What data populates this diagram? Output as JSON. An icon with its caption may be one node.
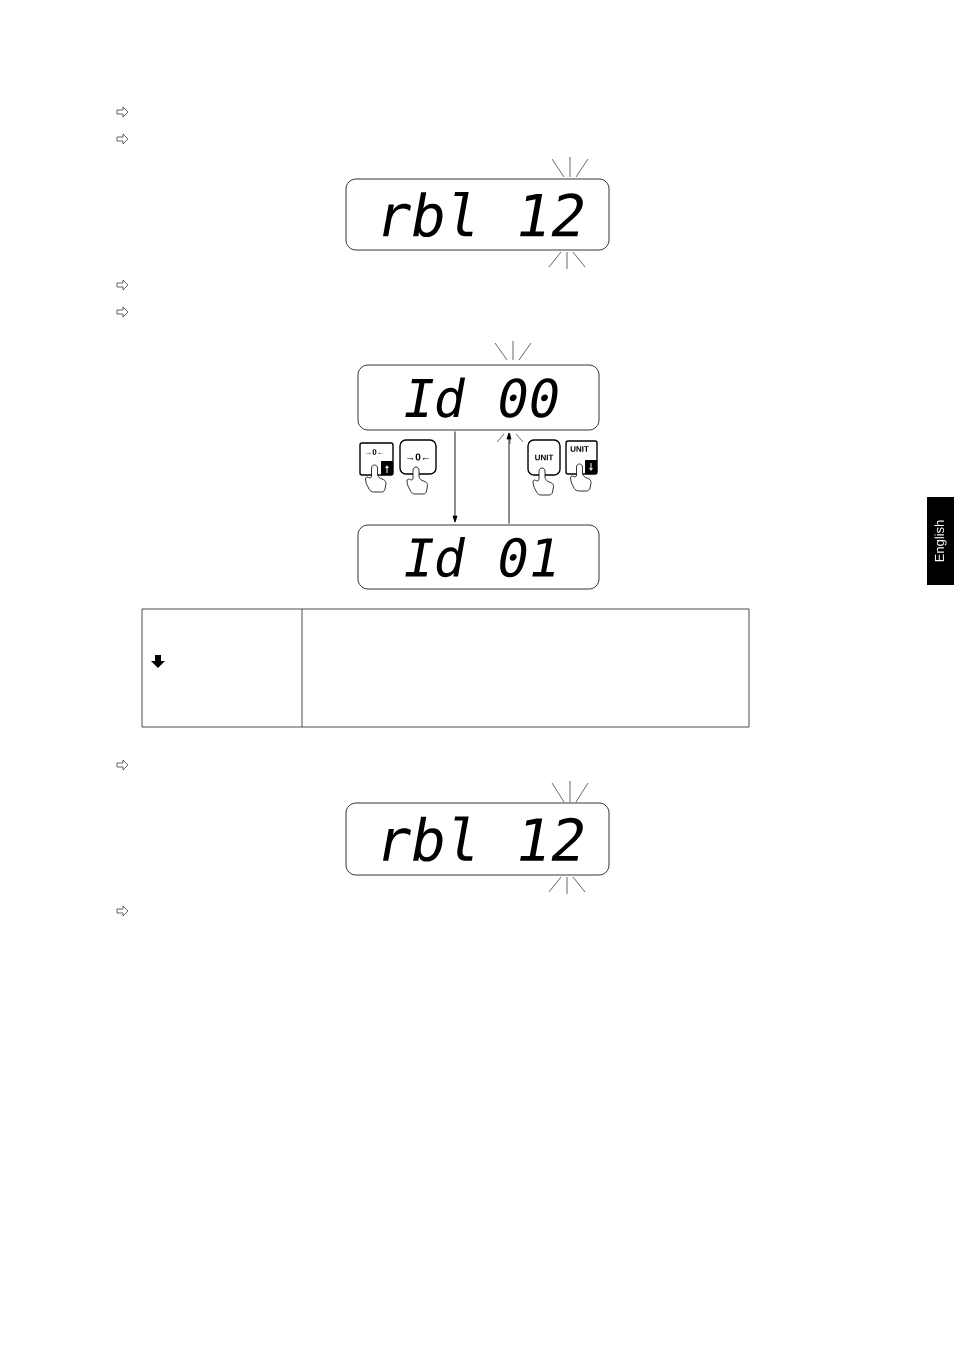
{
  "diagram": {
    "nodes": [
      {
        "text": [
          "rbl 12"
        ]
      },
      {
        "text": [
          "Id 00"
        ]
      },
      {
        "text": [
          "→0←"
        ]
      },
      {
        "text": [
          "→0←"
        ]
      },
      {
        "text": [
          "UNIT"
        ]
      },
      {
        "text": [
          "UNIT"
        ]
      },
      {
        "text": [
          "Id 01"
        ]
      },
      {
        "text": [
          "rbl 12"
        ]
      },
      {
        "text": [
          "English"
        ]
      }
    ],
    "edges": [
      {
        "from": 1,
        "to": 6,
        "arrow": "to"
      },
      {
        "from": 6,
        "to": 1,
        "arrow": "to"
      }
    ]
  }
}
